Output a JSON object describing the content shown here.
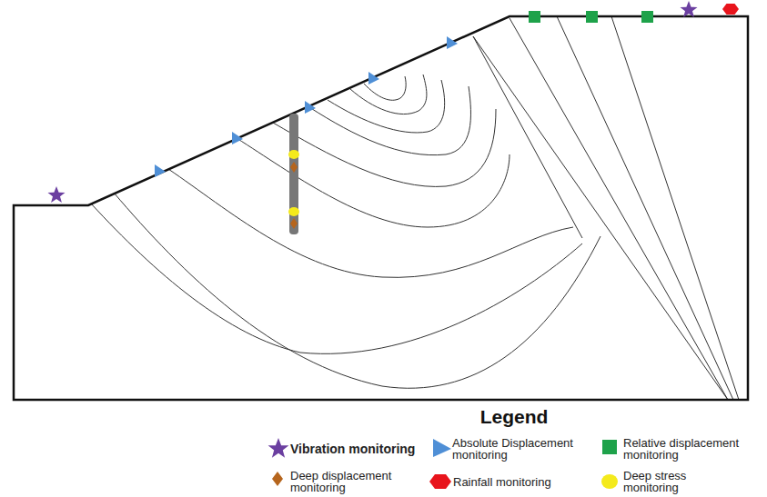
{
  "diagram": {
    "labels": [
      "Legend"
    ],
    "legend": [
      {
        "text": "Vibration monitoring"
      },
      {
        "text": "Absolute Displacement monitoring"
      },
      {
        "text": "Relative displacement monitoring"
      },
      {
        "text": "Deep displacement monitoring"
      },
      {
        "text": "Rainfall monitoring"
      },
      {
        "text": "Deep stress monitoring"
      }
    ]
  }
}
